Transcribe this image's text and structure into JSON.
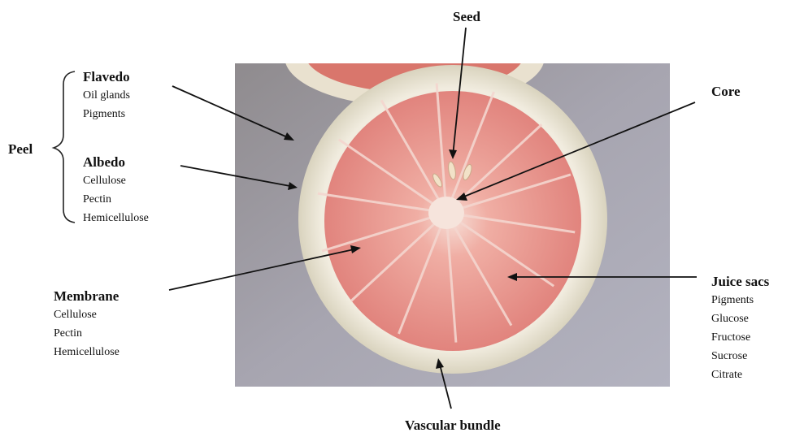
{
  "labels": {
    "seed": "Seed",
    "core": "Core",
    "peel": "Peel",
    "flavedo": {
      "title": "Flavedo",
      "items": [
        "Oil glands",
        "Pigments"
      ]
    },
    "albedo": {
      "title": "Albedo",
      "items": [
        "Cellulose",
        "Pectin",
        "Hemicellulose"
      ]
    },
    "membrane": {
      "title": "Membrane",
      "items": [
        "Cellulose",
        "Pectin",
        "Hemicellulose"
      ]
    },
    "juice_sacs": {
      "title": "Juice sacs",
      "items": [
        "Pigments",
        "Glucose",
        "Fructose",
        "Sucrose",
        "Citrate"
      ]
    },
    "vascular_bundle": "Vascular bundle"
  },
  "colors": {
    "background_photo": "#9c9aa6",
    "peel_rind": "#ece7d8",
    "flesh": "#e48c84",
    "core": "#f3ddd6",
    "leader_line": "#111111"
  }
}
